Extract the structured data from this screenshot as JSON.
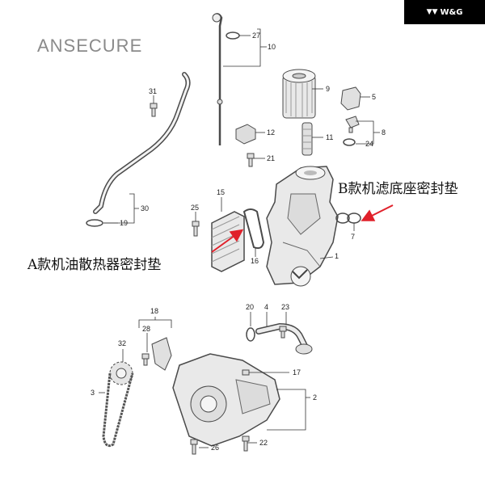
{
  "brand_watermark": "ANSECURE",
  "badge": {
    "logo_icon": "wg-logo-icon",
    "text": "W&G"
  },
  "callouts": {
    "a_label": "A款机油散热器密封垫",
    "b_label": "B款机滤底座密封垫"
  },
  "part_numbers": {
    "p1": "1",
    "p2": "2",
    "p3": "3",
    "p4": "4",
    "p5": "5",
    "p7": "7",
    "p8": "8",
    "p9": "9",
    "p10": "10",
    "p11": "11",
    "p12": "12",
    "p15": "15",
    "p16": "16",
    "p17": "17",
    "p18": "18",
    "p19": "19",
    "p20": "20",
    "p21": "21",
    "p22": "22",
    "p23": "23",
    "p24": "24",
    "p25": "25",
    "p26": "26",
    "p27": "27",
    "p28": "28",
    "p30": "30",
    "p31": "31",
    "p32": "32"
  },
  "colors": {
    "arrow": "#e0202a",
    "line": "#333333",
    "part_fill": "#e9e9e9",
    "part_stroke": "#4a4a4a"
  }
}
